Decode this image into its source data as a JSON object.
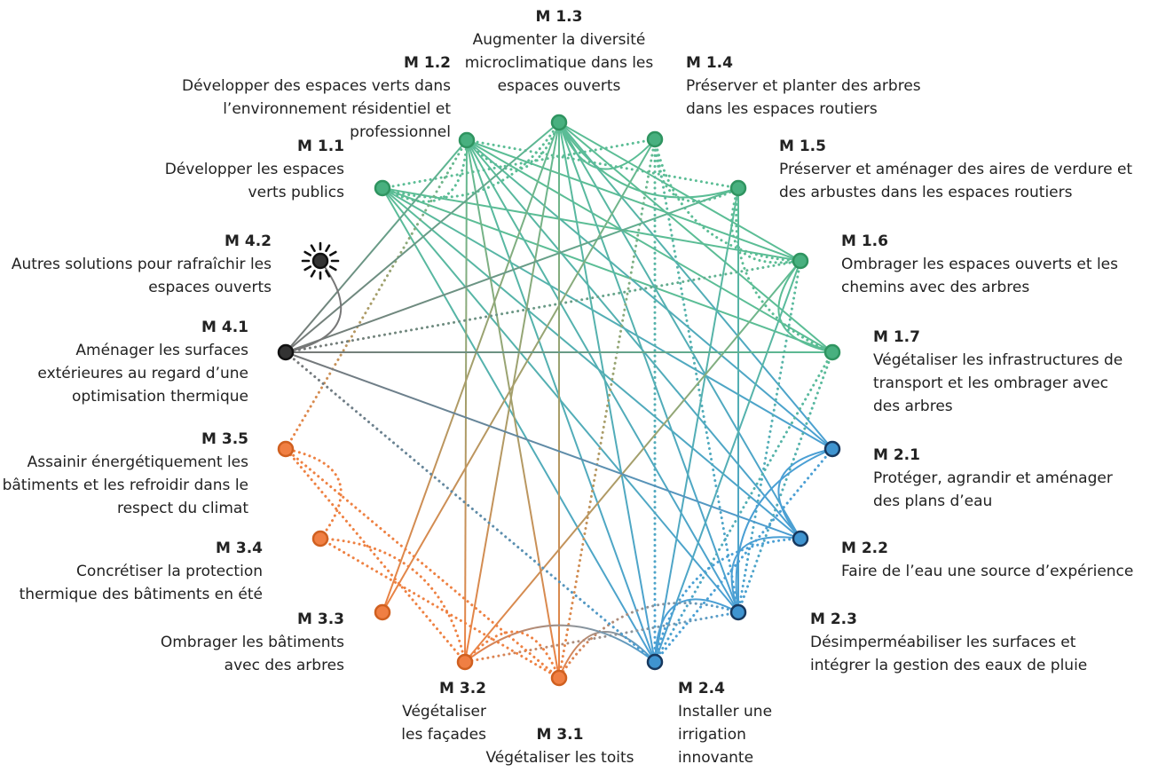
{
  "colors": {
    "green": "#5bbd95",
    "green_node": "#48b07f",
    "green_edge": "#2f9460",
    "blue": "#4a9fd4",
    "blue_node": "#3f94d0",
    "blue_edge": "#17385e",
    "orange": "#ee8142",
    "orange_node": "#f07f43",
    "orange_edge": "#d06020",
    "gray": "#777777",
    "black_node": "#333333"
  },
  "measures": [
    {
      "id": "M1.1",
      "code": "M 1.1",
      "text": "Développer les espaces verts publics",
      "group": "green"
    },
    {
      "id": "M1.2",
      "code": "M 1.2",
      "text": "Développer des espaces verts dans l’environnement résidentiel et professionnel",
      "group": "green"
    },
    {
      "id": "M1.3",
      "code": "M 1.3",
      "text": "Augmenter la diversité microclimatique dans les espaces ouverts",
      "group": "green"
    },
    {
      "id": "M1.4",
      "code": "M 1.4",
      "text": "Préserver et planter des arbres dans les espaces routiers",
      "group": "green"
    },
    {
      "id": "M1.5",
      "code": "M 1.5",
      "text": "Préserver et aménager des aires de verdure et des arbustes dans les espaces routiers",
      "group": "green"
    },
    {
      "id": "M1.6",
      "code": "M 1.6",
      "text": "Ombrager les espaces ouverts et les chemins avec des arbres",
      "group": "green"
    },
    {
      "id": "M1.7",
      "code": "M 1.7",
      "text": "Végétaliser les infrastructures de transport et les ombrager avec des arbres",
      "group": "green"
    },
    {
      "id": "M2.1",
      "code": "M 2.1",
      "text": "Protéger, agrandir et aménager des plans d’eau",
      "group": "blue"
    },
    {
      "id": "M2.2",
      "code": "M 2.2",
      "text": "Faire de l’eau une source d’expérience",
      "group": "blue"
    },
    {
      "id": "M2.3",
      "code": "M 2.3",
      "text": "Désimperméabiliser les surfaces et intégrer la gestion des eaux de pluie",
      "group": "blue"
    },
    {
      "id": "M2.4",
      "code": "M 2.4",
      "text": "Installer une irrigation innovante",
      "group": "blue"
    },
    {
      "id": "M3.1",
      "code": "M 3.1",
      "text": "Végétaliser les toits",
      "group": "orange"
    },
    {
      "id": "M3.2",
      "code": "M 3.2",
      "text": "Végétaliser les façades",
      "group": "orange"
    },
    {
      "id": "M3.3",
      "code": "M 3.3",
      "text": "Ombrager les bâtiments avec des arbres",
      "group": "orange"
    },
    {
      "id": "M3.4",
      "code": "M 3.4",
      "text": "Concrétiser la protection thermique des bâtiments en été",
      "group": "orange"
    },
    {
      "id": "M3.5",
      "code": "M 3.5",
      "text": "Assainir énergétiquement les bâtiments et les refroidir dans le respect du climat",
      "group": "orange"
    },
    {
      "id": "M4.1",
      "code": "M 4.1",
      "text": "Aménager les surfaces extérieures au regard d’une optimisation thermique",
      "group": "gray"
    },
    {
      "id": "M4.2",
      "code": "M 4.2",
      "text": "Autres solutions pour rafraîchir les espaces ouverts",
      "group": "gray"
    }
  ],
  "links": [
    {
      "from": "M1.1",
      "to": "M1.2",
      "style": "dotted"
    },
    {
      "from": "M1.1",
      "to": "M1.3",
      "style": "dotted"
    },
    {
      "from": "M1.1",
      "to": "M1.4",
      "style": "dotted"
    },
    {
      "from": "M1.1",
      "to": "M1.6",
      "style": "solid"
    },
    {
      "from": "M1.1",
      "to": "M1.7",
      "style": "solid"
    },
    {
      "from": "M1.1",
      "to": "M2.1",
      "style": "solid"
    },
    {
      "from": "M1.1",
      "to": "M2.2",
      "style": "solid"
    },
    {
      "from": "M1.1",
      "to": "M2.3",
      "style": "solid"
    },
    {
      "from": "M1.1",
      "to": "M2.4",
      "style": "solid"
    },
    {
      "from": "M1.2",
      "to": "M1.3",
      "style": "dotted"
    },
    {
      "from": "M1.2",
      "to": "M1.5",
      "style": "dotted"
    },
    {
      "from": "M1.2",
      "to": "M1.6",
      "style": "solid"
    },
    {
      "from": "M1.2",
      "to": "M1.7",
      "style": "solid"
    },
    {
      "from": "M1.2",
      "to": "M2.1",
      "style": "solid"
    },
    {
      "from": "M1.2",
      "to": "M2.2",
      "style": "solid"
    },
    {
      "from": "M1.2",
      "to": "M2.3",
      "style": "solid"
    },
    {
      "from": "M1.2",
      "to": "M2.4",
      "style": "solid"
    },
    {
      "from": "M1.2",
      "to": "M3.1",
      "style": "solid"
    },
    {
      "from": "M1.2",
      "to": "M3.2",
      "style": "solid"
    },
    {
      "from": "M1.2",
      "to": "M4.1",
      "style": "solid"
    },
    {
      "from": "M1.2",
      "to": "M3.5",
      "style": "dotted"
    },
    {
      "from": "M1.3",
      "to": "M1.4",
      "style": "solid"
    },
    {
      "from": "M1.3",
      "to": "M1.5",
      "style": "solid"
    },
    {
      "from": "M1.3",
      "to": "M1.6",
      "style": "solid"
    },
    {
      "from": "M1.3",
      "to": "M1.7",
      "style": "solid"
    },
    {
      "from": "M1.3",
      "to": "M2.1",
      "style": "solid"
    },
    {
      "from": "M1.3",
      "to": "M2.2",
      "style": "solid"
    },
    {
      "from": "M1.3",
      "to": "M2.3",
      "style": "solid"
    },
    {
      "from": "M1.3",
      "to": "M2.4",
      "style": "solid"
    },
    {
      "from": "M1.3",
      "to": "M3.1",
      "style": "solid"
    },
    {
      "from": "M1.3",
      "to": "M3.2",
      "style": "solid"
    },
    {
      "from": "M1.3",
      "to": "M3.3",
      "style": "solid"
    },
    {
      "from": "M1.3",
      "to": "M4.1",
      "style": "solid"
    },
    {
      "from": "M1.4",
      "to": "M1.5",
      "style": "dotted"
    },
    {
      "from": "M1.4",
      "to": "M1.6",
      "style": "dotted"
    },
    {
      "from": "M1.4",
      "to": "M2.3",
      "style": "dotted"
    },
    {
      "from": "M1.4",
      "to": "M2.4",
      "style": "dotted"
    },
    {
      "from": "M1.4",
      "to": "M3.1",
      "style": "dotted"
    },
    {
      "from": "M1.4",
      "to": "M3.3",
      "style": "solid"
    },
    {
      "from": "M1.5",
      "to": "M1.6",
      "style": "dotted"
    },
    {
      "from": "M1.5",
      "to": "M1.7",
      "style": "dotted"
    },
    {
      "from": "M1.5",
      "to": "M2.3",
      "style": "solid"
    },
    {
      "from": "M1.5",
      "to": "M2.4",
      "style": "solid"
    },
    {
      "from": "M1.5",
      "to": "M4.1",
      "style": "solid"
    },
    {
      "from": "M1.6",
      "to": "M1.7",
      "style": "solid"
    },
    {
      "from": "M1.6",
      "to": "M2.3",
      "style": "dotted"
    },
    {
      "from": "M1.6",
      "to": "M2.4",
      "style": "solid"
    },
    {
      "from": "M1.6",
      "to": "M4.1",
      "style": "dotted"
    },
    {
      "from": "M1.6",
      "to": "M3.2",
      "style": "solid"
    },
    {
      "from": "M1.7",
      "to": "M2.3",
      "style": "dotted"
    },
    {
      "from": "M1.7",
      "to": "M2.4",
      "style": "dotted"
    },
    {
      "from": "M1.7",
      "to": "M4.1",
      "style": "solid"
    },
    {
      "from": "M2.1",
      "to": "M2.2",
      "style": "solid"
    },
    {
      "from": "M2.1",
      "to": "M2.3",
      "style": "solid"
    },
    {
      "from": "M2.1",
      "to": "M2.4",
      "style": "dotted"
    },
    {
      "from": "M2.2",
      "to": "M2.3",
      "style": "solid"
    },
    {
      "from": "M2.2",
      "to": "M2.4",
      "style": "dotted"
    },
    {
      "from": "M2.2",
      "to": "M4.1",
      "style": "solid"
    },
    {
      "from": "M2.3",
      "to": "M2.4",
      "style": "solid"
    },
    {
      "from": "M2.3",
      "to": "M3.1",
      "style": "dotted"
    },
    {
      "from": "M2.3",
      "to": "M3.2",
      "style": "dotted"
    },
    {
      "from": "M2.4",
      "to": "M3.1",
      "style": "solid"
    },
    {
      "from": "M2.4",
      "to": "M3.2",
      "style": "solid"
    },
    {
      "from": "M2.4",
      "to": "M4.1",
      "style": "dotted"
    },
    {
      "from": "M3.1",
      "to": "M3.2",
      "style": "dotted"
    },
    {
      "from": "M3.1",
      "to": "M3.4",
      "style": "dotted"
    },
    {
      "from": "M3.1",
      "to": "M3.5",
      "style": "dotted"
    },
    {
      "from": "M3.2",
      "to": "M3.4",
      "style": "dotted"
    },
    {
      "from": "M3.2",
      "to": "M3.5",
      "style": "dotted"
    },
    {
      "from": "M3.4",
      "to": "M3.5",
      "style": "dotted"
    },
    {
      "from": "M4.1",
      "to": "M4.2",
      "style": "solid"
    }
  ]
}
